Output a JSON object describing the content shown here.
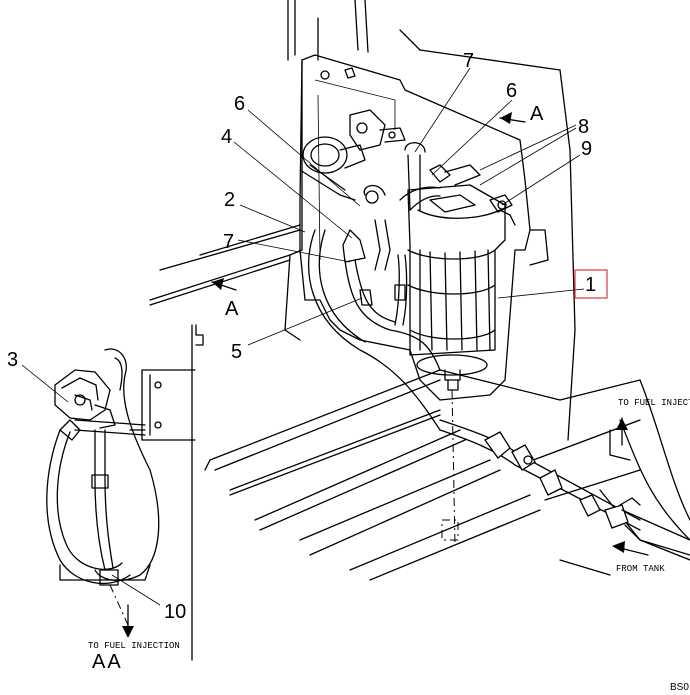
{
  "callouts": [
    {
      "label": "1"
    },
    {
      "label": "2"
    },
    {
      "label": "3"
    },
    {
      "label": "4"
    },
    {
      "label": "5"
    },
    {
      "label": "6"
    },
    {
      "label": "6"
    },
    {
      "label": "7"
    },
    {
      "label": "7"
    },
    {
      "label": "8"
    },
    {
      "label": "9"
    },
    {
      "label": "10"
    }
  ],
  "view_markers": {
    "arrow_top": "A",
    "arrow_left": "A",
    "section_view": "AA"
  },
  "flow_labels": {
    "to_fuel_injection_right": "TO FUEL INJECTI",
    "from_tank": "FROM TANK",
    "to_fuel_injection_bottom": "TO FUEL INJECTION"
  },
  "reference_code": "BS0",
  "highlight_color": "#d83a3a"
}
